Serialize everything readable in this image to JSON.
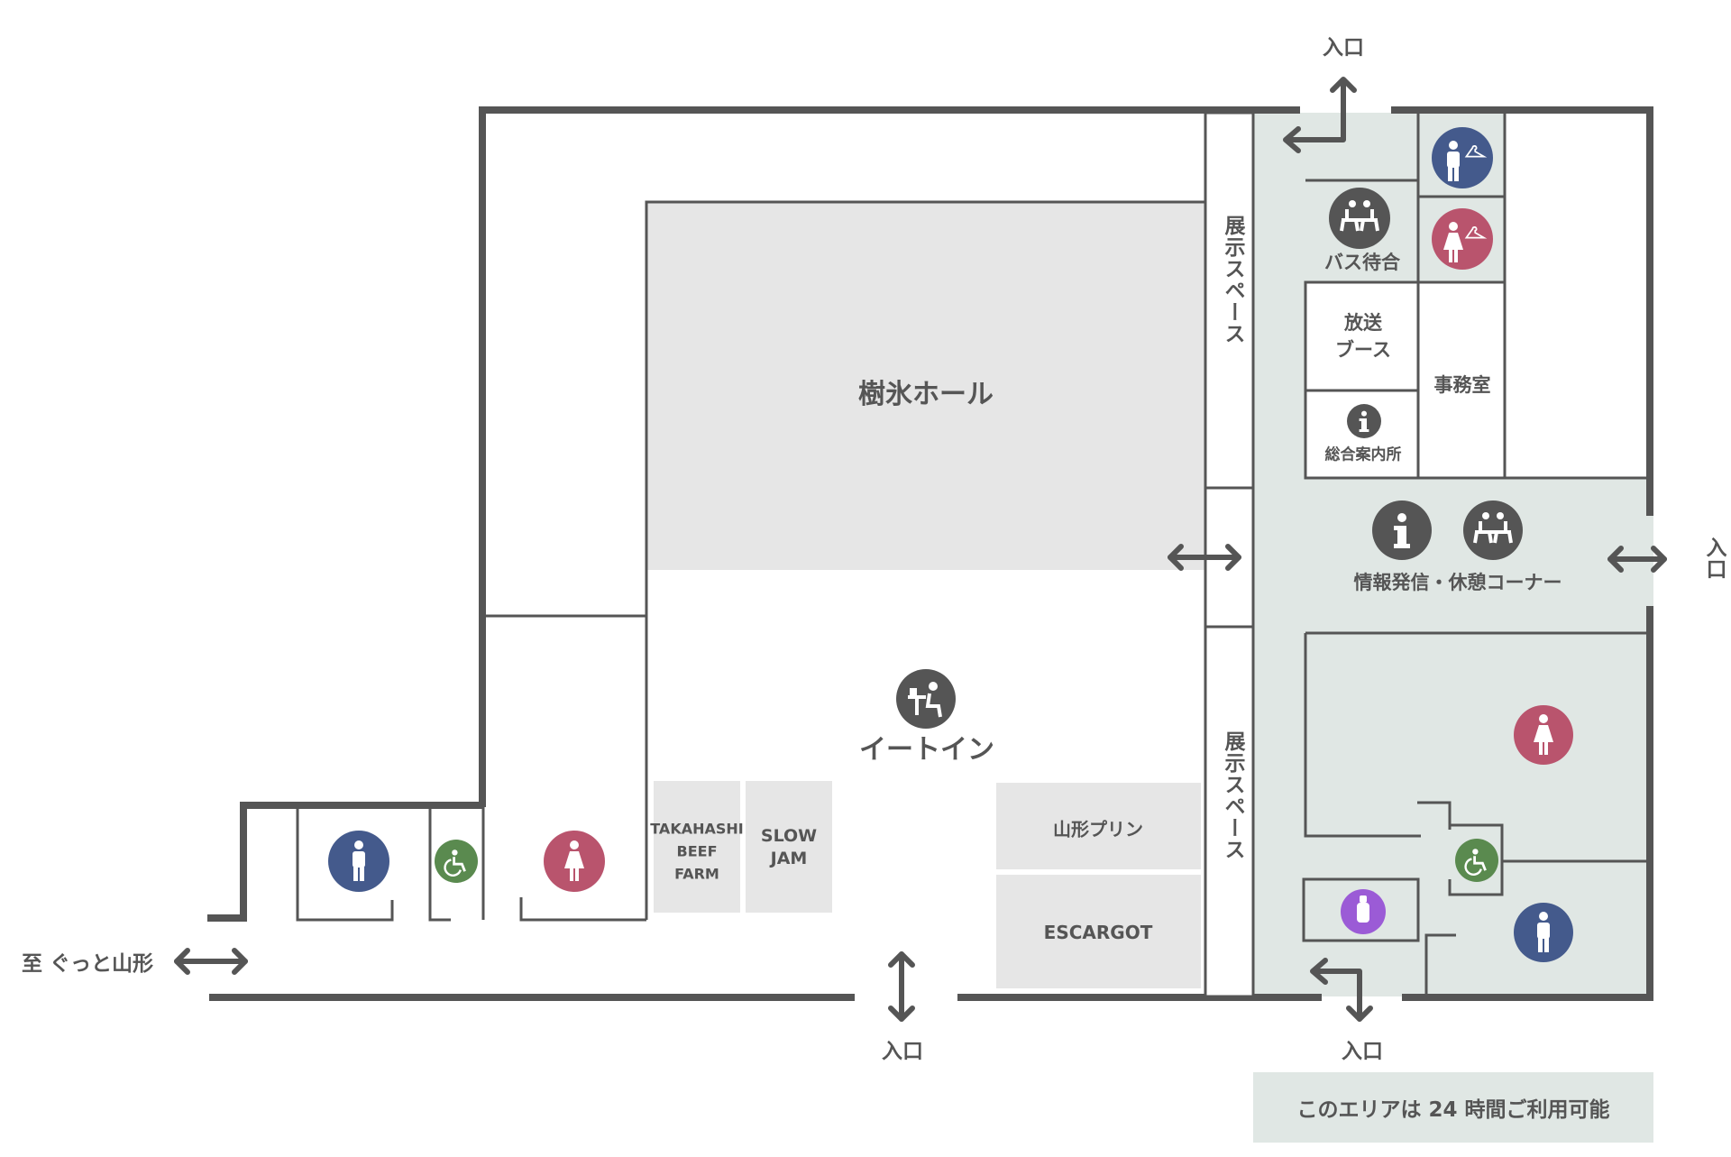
{
  "colors": {
    "wall": "#555555",
    "thin_wall": "#555555",
    "room_fill": "#e6e6e6",
    "area_24h": "#e0e7e4",
    "men": "#445a8c",
    "women": "#b9546d",
    "accessible": "#5a8a4f",
    "baby": "#9b5bd6",
    "dark_icon": "#555555"
  },
  "labels": {
    "hall": "樹氷ホール",
    "eat_in": "イートイン",
    "exhibit_top": "展示スペース",
    "exhibit_bottom": "展示スペース",
    "bus_wait": "バス待合",
    "broadcast": "放送\nブース",
    "office": "事務室",
    "info_center": "総合案内所",
    "info_lounge": "情報発信・休憩コーナー",
    "takahashi": "TAKAHASHI\nBEEF\nFARM",
    "slowjam": "SLOW\nJAM",
    "purin": "山形プリン",
    "escargot": "ESCARGOT",
    "gutto": "至 ぐっと山形",
    "entrance_top": "入口",
    "entrance_right": "入口",
    "entrance_bottom_center": "入口",
    "entrance_bottom_right": "入口",
    "note_24h": "このエリアは 24 時間ご利用可能"
  },
  "icons": {
    "mens_toilet": "mens-toilet-icon",
    "womens_toilet": "womens-toilet-icon",
    "accessible_toilet": "accessible-toilet-icon",
    "baby_care": "baby-bottle-icon",
    "info": "information-icon",
    "waiting": "waiting-bench-icon",
    "eat_in": "eat-in-icon",
    "changing": "changing-table-icon"
  }
}
